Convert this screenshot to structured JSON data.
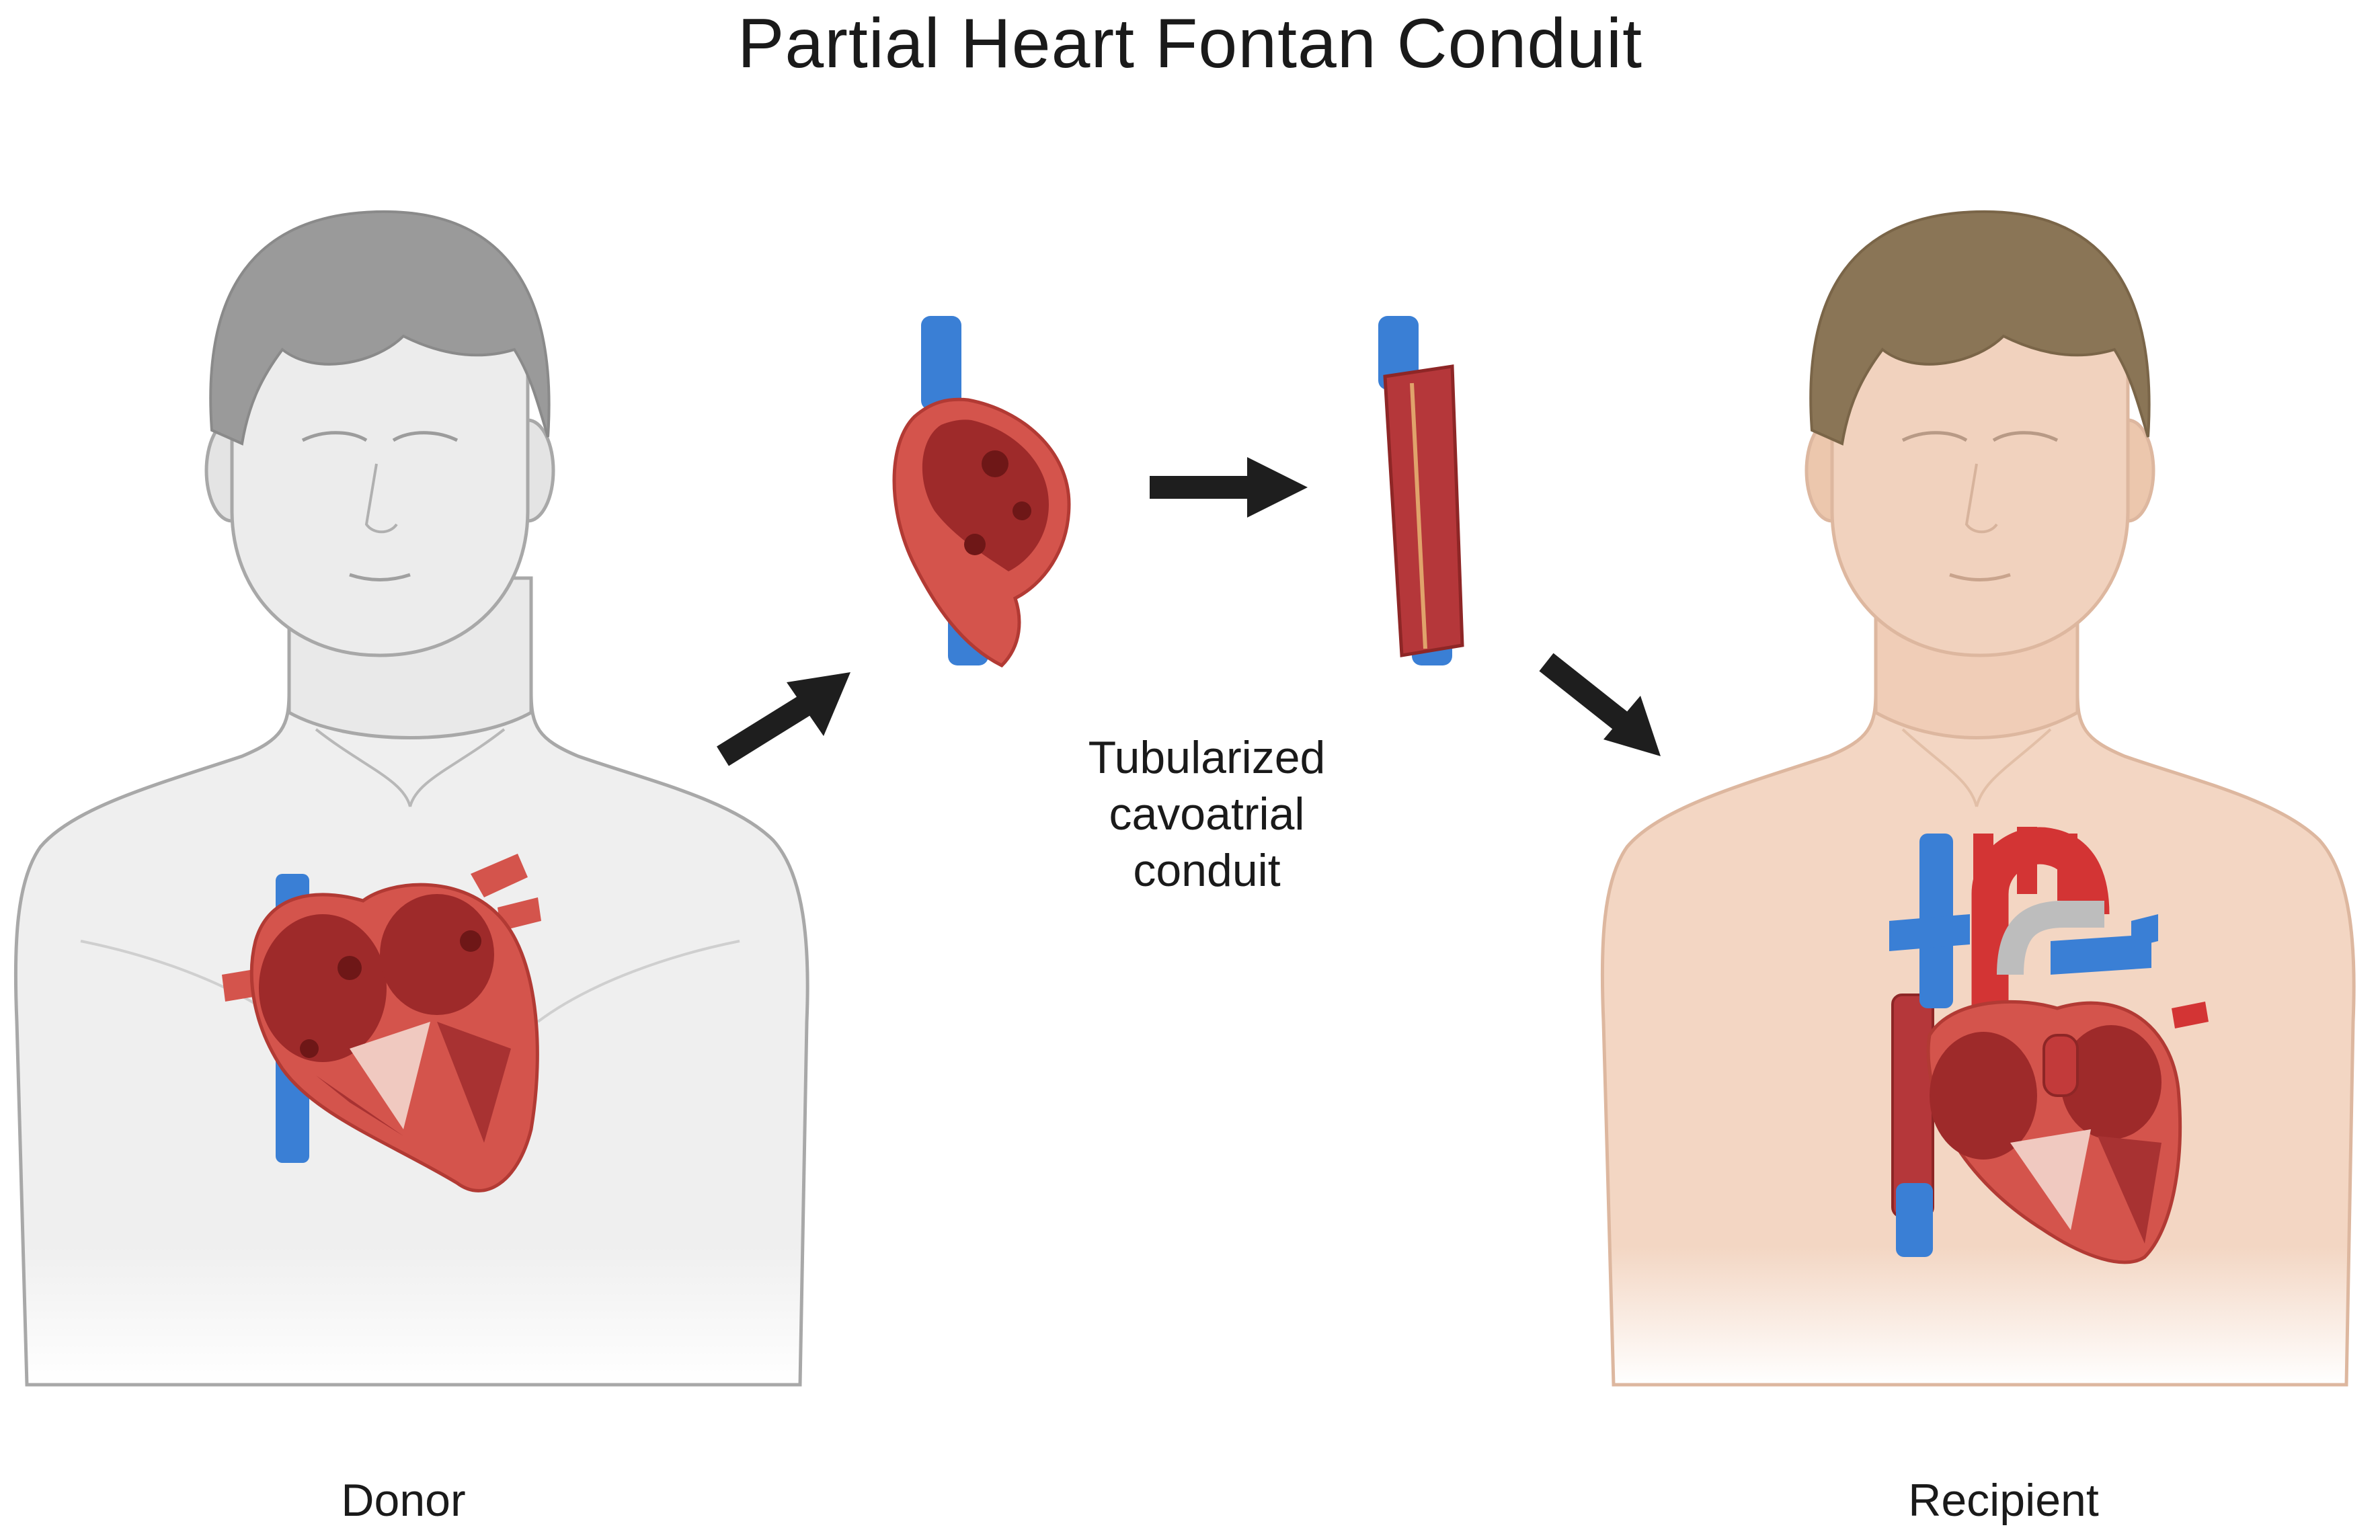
{
  "title": "Partial Heart Fontan Conduit",
  "labels": {
    "donor": "Donor",
    "recipient": "Recipient",
    "conduit_line1": "Tubularized",
    "conduit_line2": "cavoatrial",
    "conduit_line3": "conduit"
  },
  "colors": {
    "donor_skin": "#efefef",
    "donor_outline": "#a8a8a8",
    "donor_hair": "#9a9a9a",
    "recipient_skin": "#f3d6c3",
    "recipient_outline": "#ddb79f",
    "recipient_hair": "#8a7556",
    "heart_wall": "#d4544c",
    "heart_chamber": "#9e2a2a",
    "vein_blue": "#3a7fd5",
    "arrow": "#1e1e1e"
  }
}
